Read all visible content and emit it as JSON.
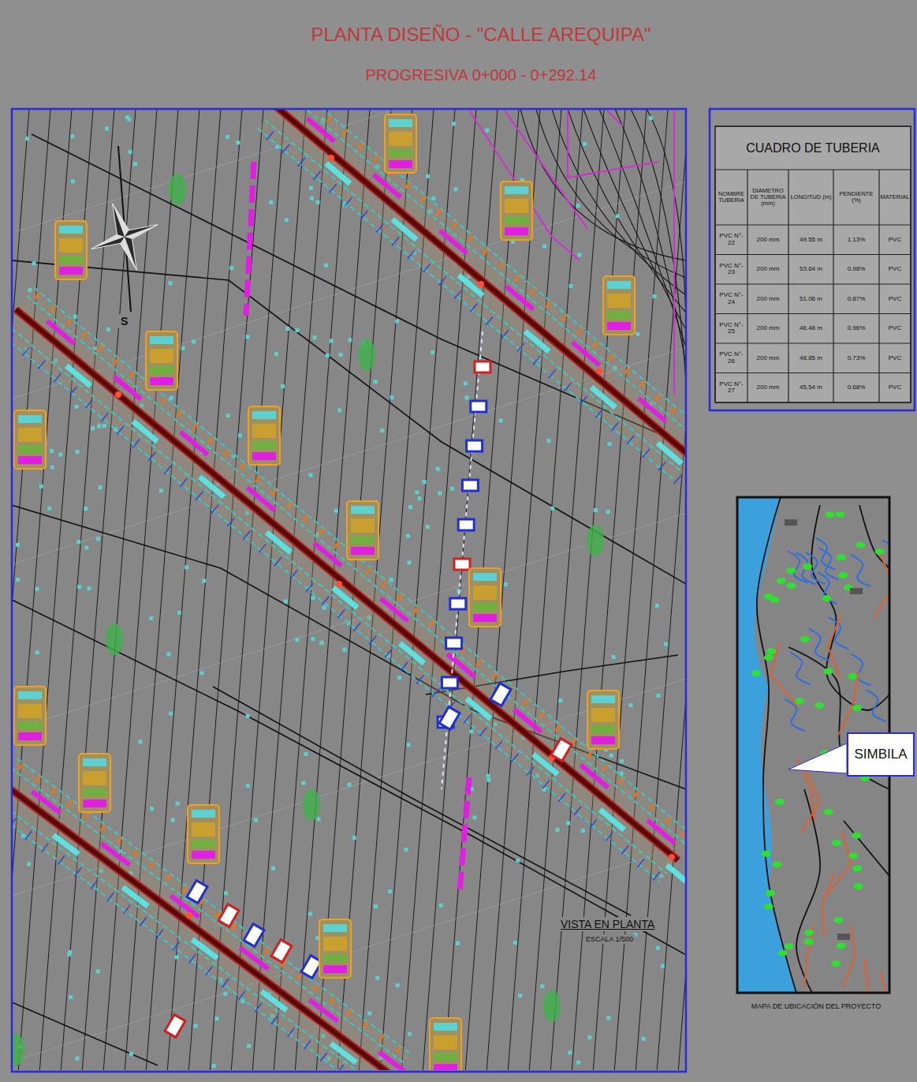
{
  "diagram": {
    "title": "PLANTA DISEÑO - \"CALLE AREQUIPA\"",
    "nodes": [
      {
        "text": [
          "CUADRO DE TUBERIA"
        ]
      },
      {
        "text": [
          "SIMBILA"
        ]
      }
    ],
    "labels": [
      "PROGRESIVA 0+000 - 0+292.14",
      "S",
      "NOMBRE TUBERIA",
      "DIAMETRO DE TUBERIA (mm)",
      "LONGITUD (m)",
      "PENDIENTE (%)",
      "MATERIAL",
      "PVC N°- 22",
      "200 mm",
      "49.55 m",
      "1.13%",
      "PVC",
      "PVC N°- 23",
      "200 mm",
      "53.64 m",
      "0.98%",
      "PVC",
      "PVC N°- 24",
      "200 mm",
      "51.06 m",
      "0.87%",
      "PVC",
      "PVC N°- 25",
      "200 mm",
      "46.48 m",
      "0.96%",
      "PVC",
      "PVC N°- 26",
      "200 mm",
      "48.85 m",
      "0.73%",
      "PVC",
      "PVC N°- 27",
      "200 mm",
      "45.54 m",
      "0.68%",
      "PVC",
      "VISTA EN PLANTA",
      "ESCALA 1/500",
      "MAPA DE UBICACIÓN DEL PROYECTO"
    ]
  }
}
